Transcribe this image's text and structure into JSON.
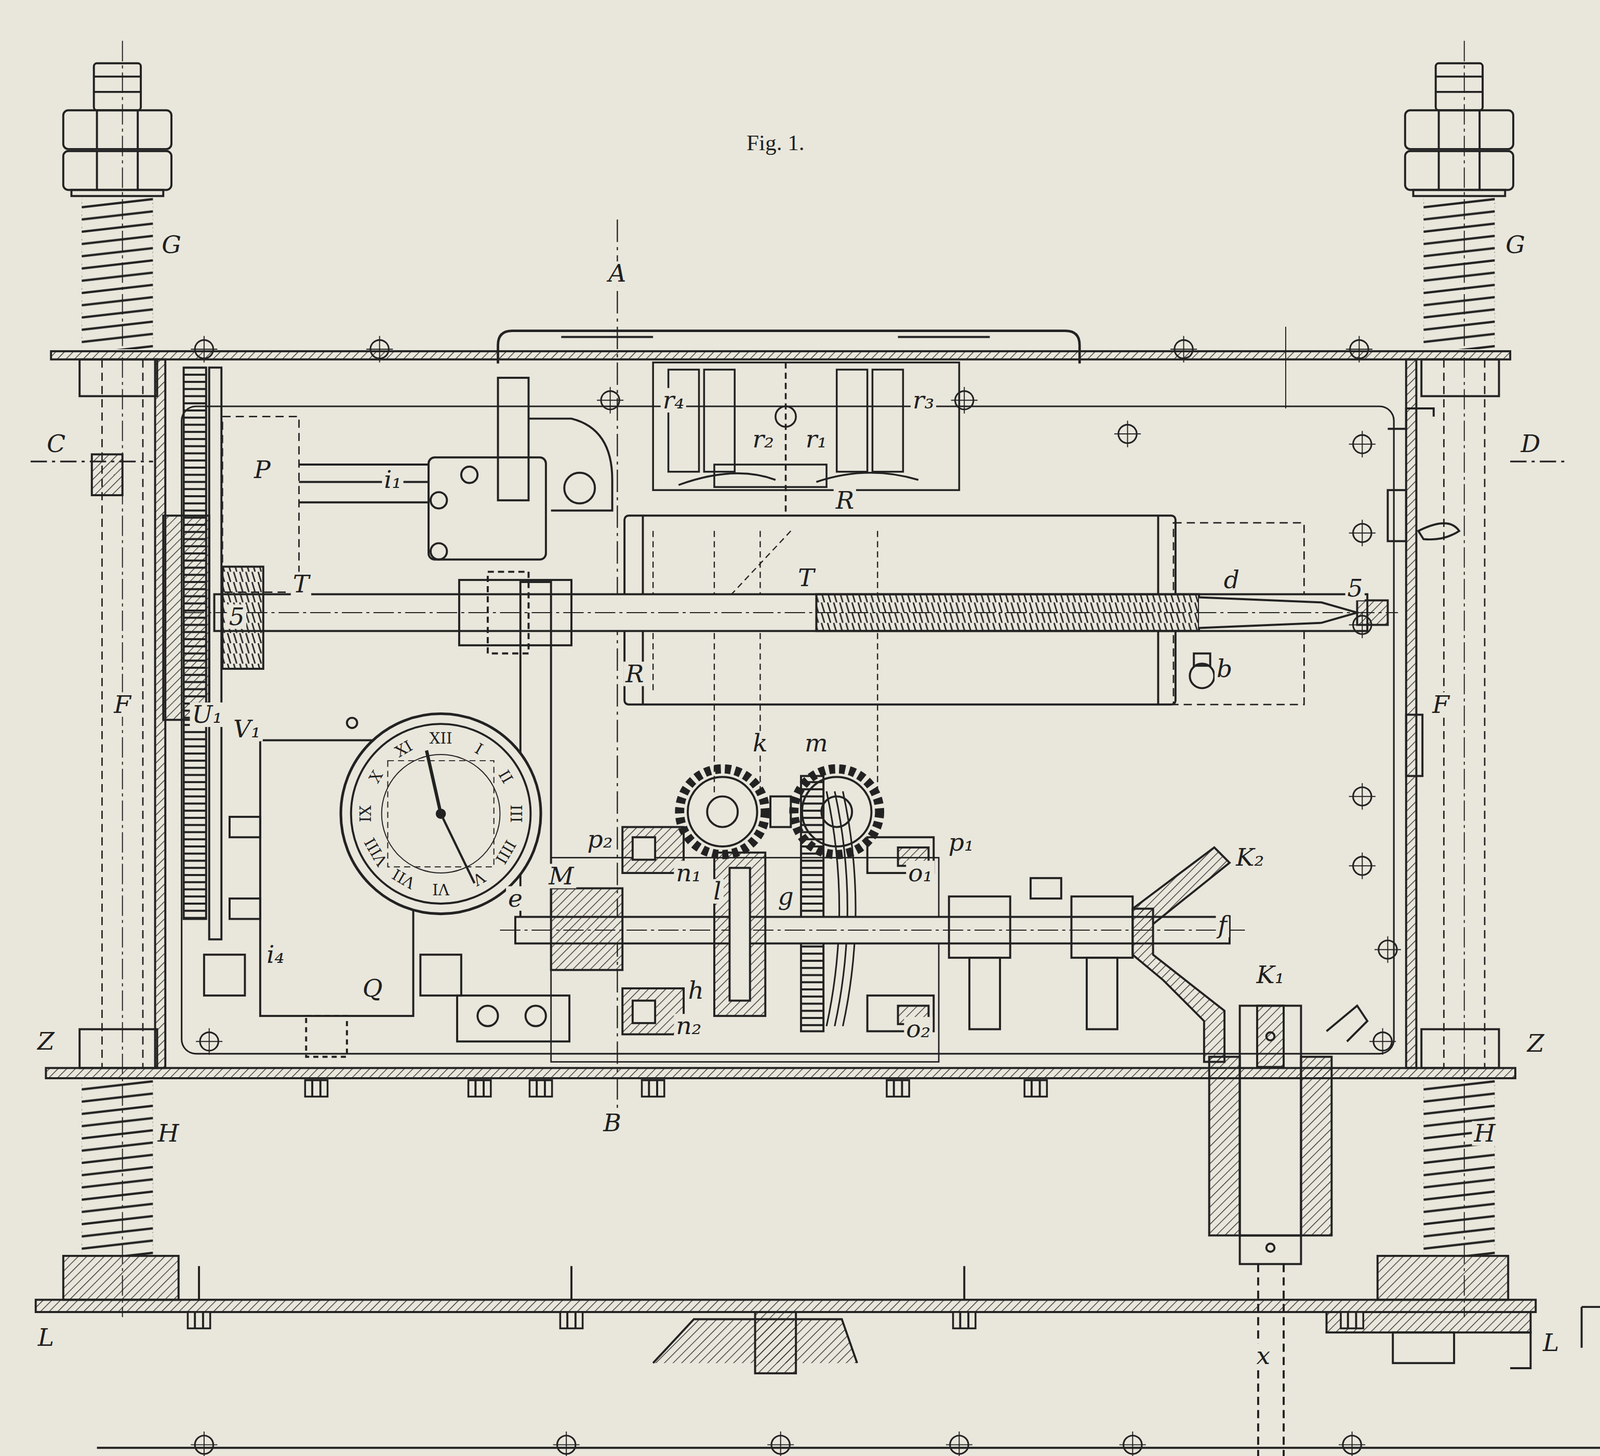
{
  "diagram": {
    "title": "Fig. 1.",
    "labels": [
      "A",
      "G",
      "G",
      "C",
      "r₄",
      "r₂",
      "r₁",
      "r₃",
      "D",
      "P",
      "i₁",
      "R",
      "T",
      "T",
      "d",
      "5",
      "5",
      "b",
      "R",
      "F",
      "U₁",
      "V₁",
      "F",
      "XII",
      "I",
      "II",
      "III",
      "IIII",
      "V",
      "VI",
      "VII",
      "VIII",
      "IX",
      "X",
      "XI",
      "k",
      "m",
      "p₂",
      "p₁",
      "K₂",
      "M",
      "n₁",
      "o₁",
      "l",
      "g",
      "e",
      "f",
      "i₄",
      "K₁",
      "Q",
      "h",
      "n₂",
      "o₂",
      "Z",
      "Z",
      "B",
      "H",
      "H",
      "L",
      "L",
      "x"
    ]
  }
}
